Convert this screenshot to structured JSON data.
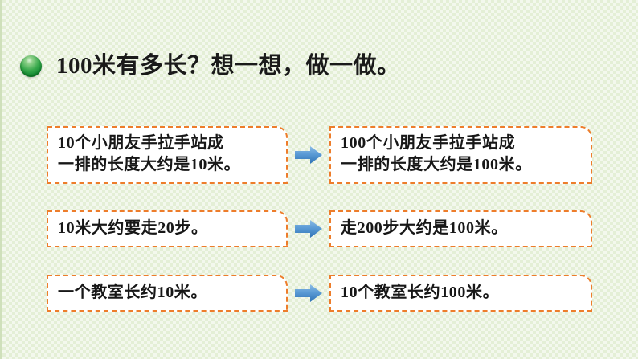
{
  "slide": {
    "background_color": "#e4efd6",
    "accent_border_color": "#ed7d2b",
    "bullet_color": "#17a03a",
    "arrow_color": "#4a90d9"
  },
  "title": {
    "bullet_icon": "green-sphere-bullet",
    "text": "100米有多长？想一想，做一做。"
  },
  "rows": [
    {
      "left_box": {
        "lines": [
          "10个小朋友手拉手站成",
          "一排的长度大约是10米。"
        ]
      },
      "arrow_icon": "right-arrow-icon",
      "right_box": {
        "lines": [
          "100个小朋友手拉手站成",
          "一排的长度大约是100米。"
        ]
      }
    },
    {
      "left_box": {
        "lines": [
          "10米大约要走20步。"
        ]
      },
      "arrow_icon": "right-arrow-icon",
      "right_box": {
        "lines": [
          "走200步大约是100米。"
        ]
      }
    },
    {
      "left_box": {
        "lines": [
          "一个教室长约10米。"
        ]
      },
      "arrow_icon": "right-arrow-icon",
      "right_box": {
        "lines": [
          "10个教室长约100米。"
        ]
      }
    }
  ]
}
